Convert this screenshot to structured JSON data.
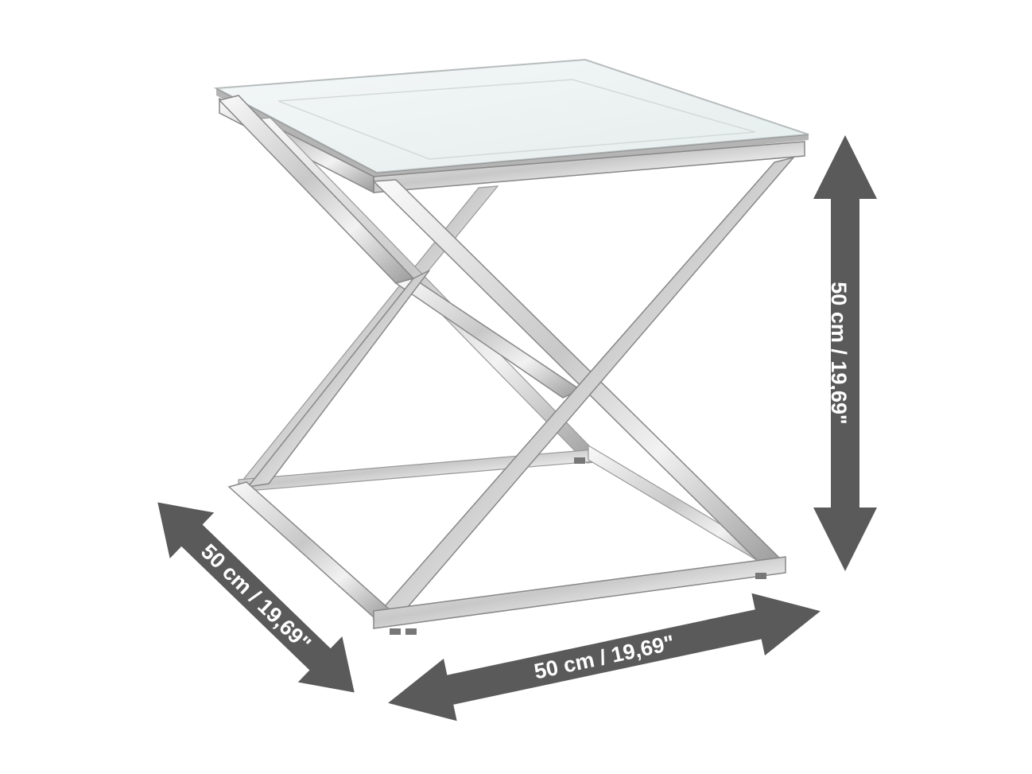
{
  "product": {
    "name_icon": "glass-side-table",
    "colors": {
      "arrow": "#5a5a5a",
      "arrow_text": "#ffffff",
      "chrome_light": "#f4f4f4",
      "chrome_mid": "#c9c9c9",
      "chrome_dark": "#8c8c8c",
      "glass": "#eef3f3"
    }
  },
  "dimensions": {
    "height": "50 cm / 19,69\"",
    "width": "50 cm / 19,69\"",
    "depth": "50 cm / 19,69\""
  }
}
